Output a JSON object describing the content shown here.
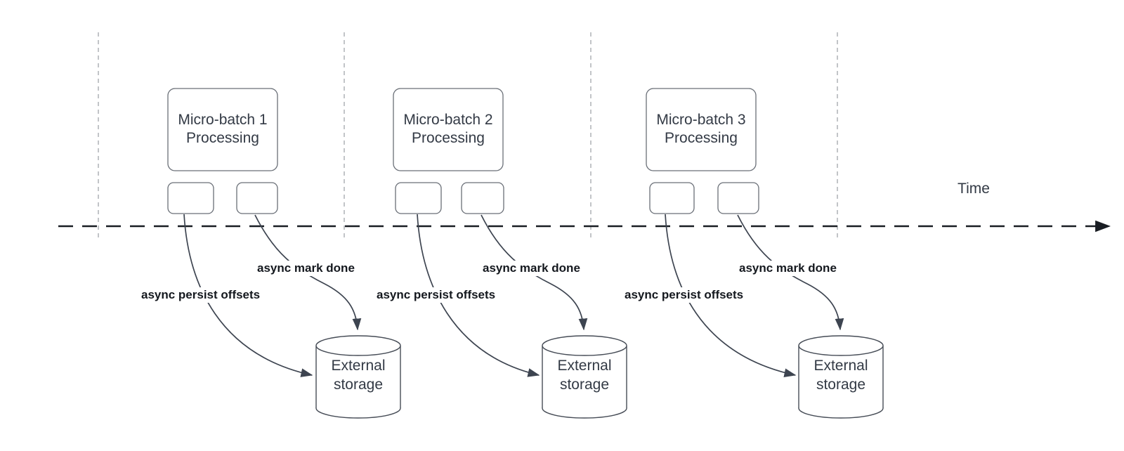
{
  "timeline": {
    "label": "Time"
  },
  "panels": [
    {
      "box_title_line1": "Micro-batch 1",
      "box_title_line2": "Processing",
      "persist_label": "async persist offsets",
      "mark_done_label": "async mark done",
      "storage_line1": "External",
      "storage_line2": "storage"
    },
    {
      "box_title_line1": "Micro-batch 2",
      "box_title_line2": "Processing",
      "persist_label": "async persist offsets",
      "mark_done_label": "async mark done",
      "storage_line1": "External",
      "storage_line2": "storage"
    },
    {
      "box_title_line1": "Micro-batch 3",
      "box_title_line2": "Processing",
      "persist_label": "async persist offsets",
      "mark_done_label": "async mark done",
      "storage_line1": "External",
      "storage_line2": "storage"
    }
  ],
  "colors": {
    "curve": "#3d4450",
    "timeline": "#191d23",
    "guide": "#a9acb1",
    "box_border": "#6a6f77",
    "cylinder": "#464c56",
    "text": "#333a45",
    "label": "#14181e",
    "canvas": "#ffffff"
  }
}
